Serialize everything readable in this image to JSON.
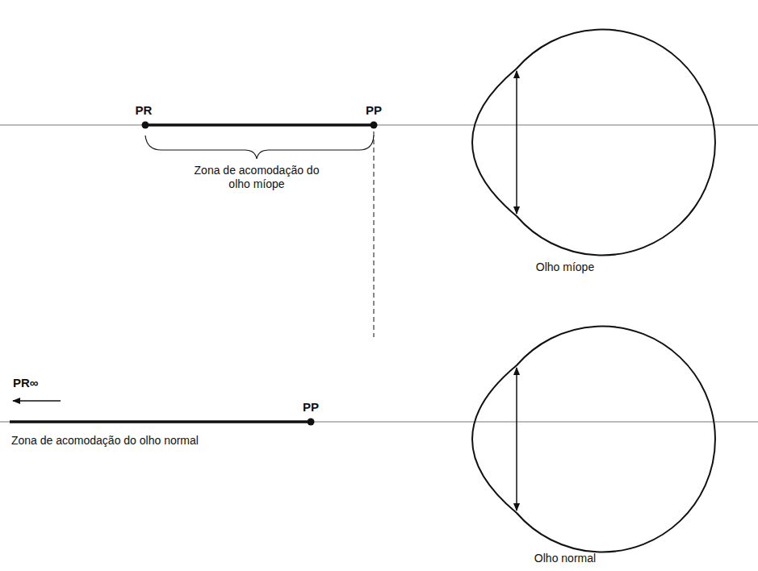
{
  "diagram": {
    "labels": [
      "PR",
      "PP",
      "Zona de acomodação do olho míope",
      "Olho míope",
      "PR∞",
      "PP",
      "Zona de acomodação do olho normal",
      "Olho normal"
    ]
  }
}
